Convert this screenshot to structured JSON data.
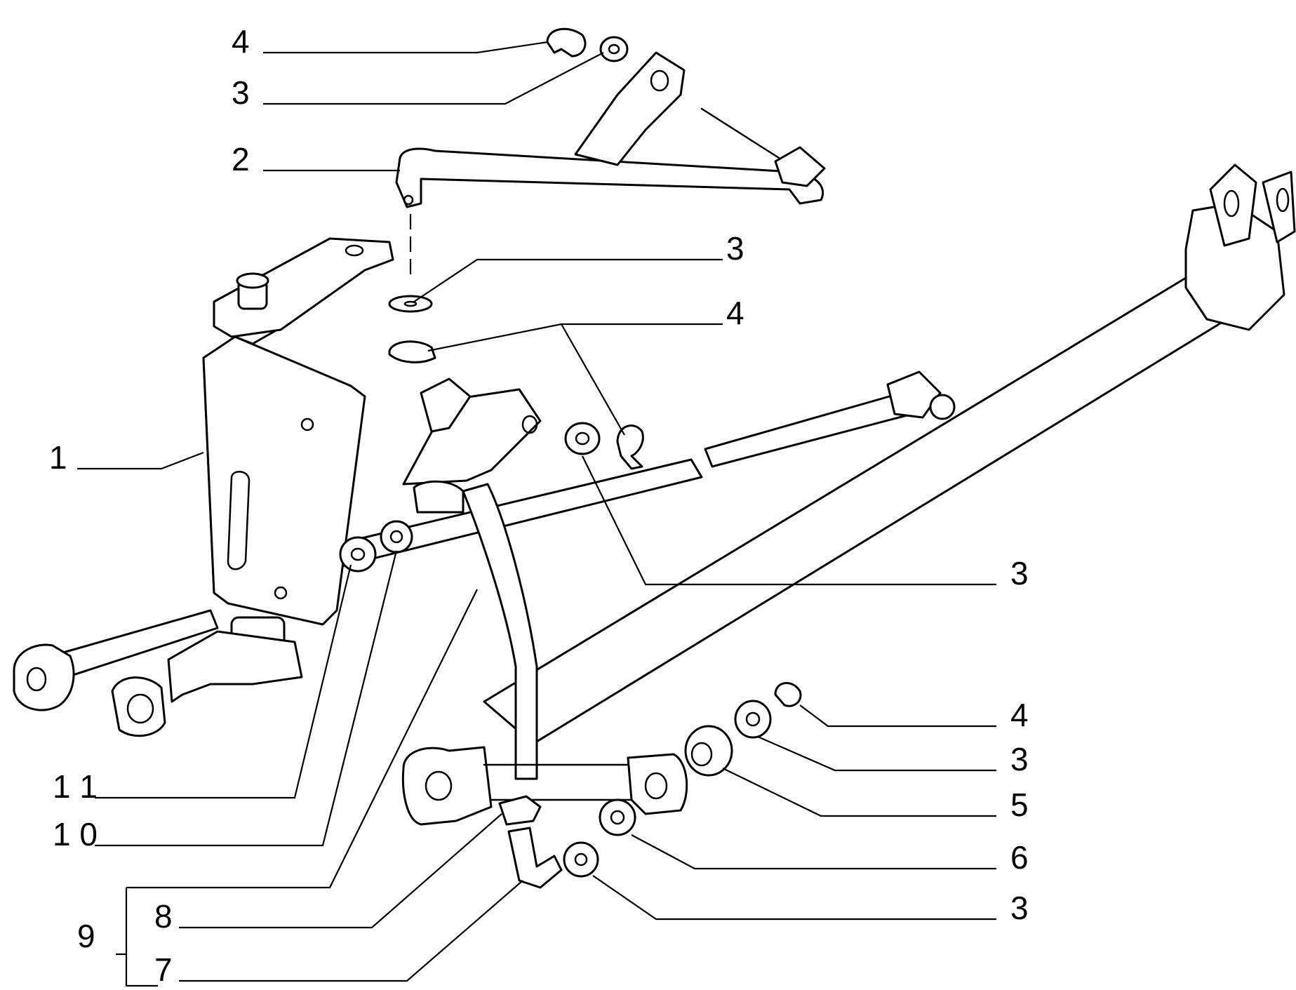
{
  "callouts": [
    {
      "id": "c1",
      "label": "1"
    },
    {
      "id": "c2",
      "label": "2"
    },
    {
      "id": "c3a",
      "label": "3"
    },
    {
      "id": "c3b",
      "label": "3"
    },
    {
      "id": "c3c",
      "label": "3"
    },
    {
      "id": "c3d",
      "label": "3"
    },
    {
      "id": "c3e",
      "label": "3"
    },
    {
      "id": "c4a",
      "label": "4"
    },
    {
      "id": "c4b",
      "label": "4"
    },
    {
      "id": "c4c",
      "label": "4"
    },
    {
      "id": "c5",
      "label": "5"
    },
    {
      "id": "c6",
      "label": "6"
    },
    {
      "id": "c7",
      "label": "7"
    },
    {
      "id": "c8",
      "label": "8"
    },
    {
      "id": "c9",
      "label": "9"
    },
    {
      "id": "c10",
      "label": "1 0"
    },
    {
      "id": "c11",
      "label": "1 1"
    }
  ],
  "colors": {
    "line": "#000000",
    "background": "#ffffff"
  }
}
